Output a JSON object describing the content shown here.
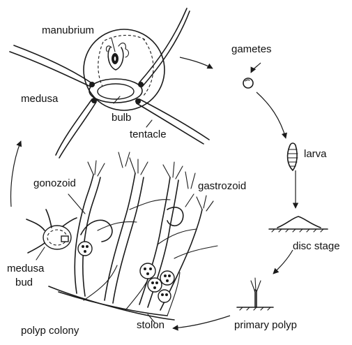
{
  "labels": {
    "manubrium": "manubrium",
    "medusa": "medusa",
    "bulb": "bulb",
    "tentacle": "tentacle",
    "gametes": "gametes",
    "larva": "larva",
    "disc_stage": "disc stage",
    "primary_polyp": "primary polyp",
    "stolon": "stolon",
    "polyp_colony": "polyp colony",
    "medusa_bud_line1": "medusa",
    "medusa_bud_line2": "bud",
    "gonozoid": "gonozoid",
    "gastrozoid": "gastrozoid"
  }
}
